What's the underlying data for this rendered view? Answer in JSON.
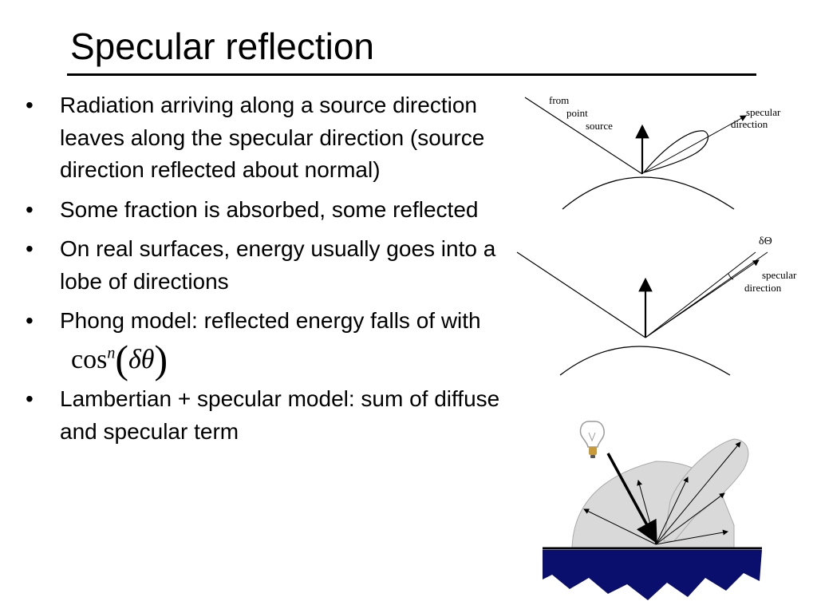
{
  "slide": {
    "title": "Specular reflection",
    "bullets": [
      "Radiation arriving along a source direction leaves along the specular direction (source direction reflected about normal)",
      "Some fraction is absorbed, some reflected",
      "On real surfaces, energy usually goes into a lobe of directions",
      "Phong model: reflected energy falls of with",
      "Lambertian + specular model: sum of diffuse and specular term"
    ],
    "bullet_symbol": "•",
    "formula": {
      "func": "cos",
      "exponent": "n",
      "open": "(",
      "argument": "δθ",
      "close": ")"
    }
  },
  "figures": {
    "top": {
      "label_from": "from",
      "label_point": "point",
      "label_source": "source",
      "label_specular": "specular",
      "label_direction": "direction"
    },
    "middle": {
      "label_delta": "δΘ",
      "label_specular": "specular",
      "label_direction": "direction"
    }
  },
  "colors": {
    "lobe_fill": "#d9d9d9",
    "surface_fill": "#0a0f6e",
    "bulb_base": "#c89a3a"
  }
}
